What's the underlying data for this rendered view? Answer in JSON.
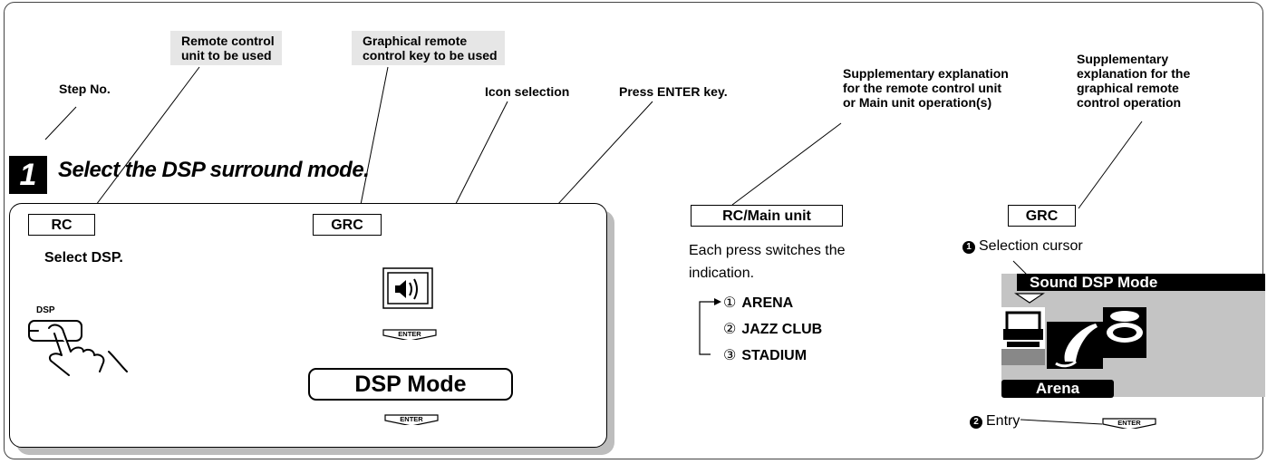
{
  "callouts": {
    "step_no": "Step No.",
    "remote_control_unit": "Remote control\nunit  to be used",
    "graphical_key": "Graphical remote\ncontrol key to be used",
    "icon_selection": "Icon selection",
    "press_enter": "Press ENTER key.",
    "supp_rc": "Supplementary explanation\nfor the remote control unit\nor Main unit operation(s)",
    "supp_grc": "Supplementary\nexplanation for the\ngraphical remote\ncontrol operation"
  },
  "step": {
    "number": "1",
    "title": "Select the DSP surround mode."
  },
  "panel": {
    "rc_tag": "RC",
    "grc_tag": "GRC",
    "instruction": "Select DSP.",
    "dsp_key_label": "DSP",
    "enter_key_label": "ENTER",
    "dsp_mode_label": "DSP Mode"
  },
  "rc_main": {
    "tag": "RC/Main unit",
    "description_line1": "Each press switches the",
    "description_line2": "indication.",
    "modes": [
      {
        "num": "①",
        "label": "ARENA"
      },
      {
        "num": "②",
        "label": "JAZZ CLUB"
      },
      {
        "num": "③",
        "label": "STADIUM"
      }
    ]
  },
  "grc": {
    "tag": "GRC",
    "cursor_index": "1",
    "cursor_label": "Selection cursor",
    "screen_title": "Sound DSP Mode",
    "selected_mode": "Arena",
    "entry_index": "2",
    "entry_label": "Entry",
    "enter_key_label": "ENTER"
  }
}
